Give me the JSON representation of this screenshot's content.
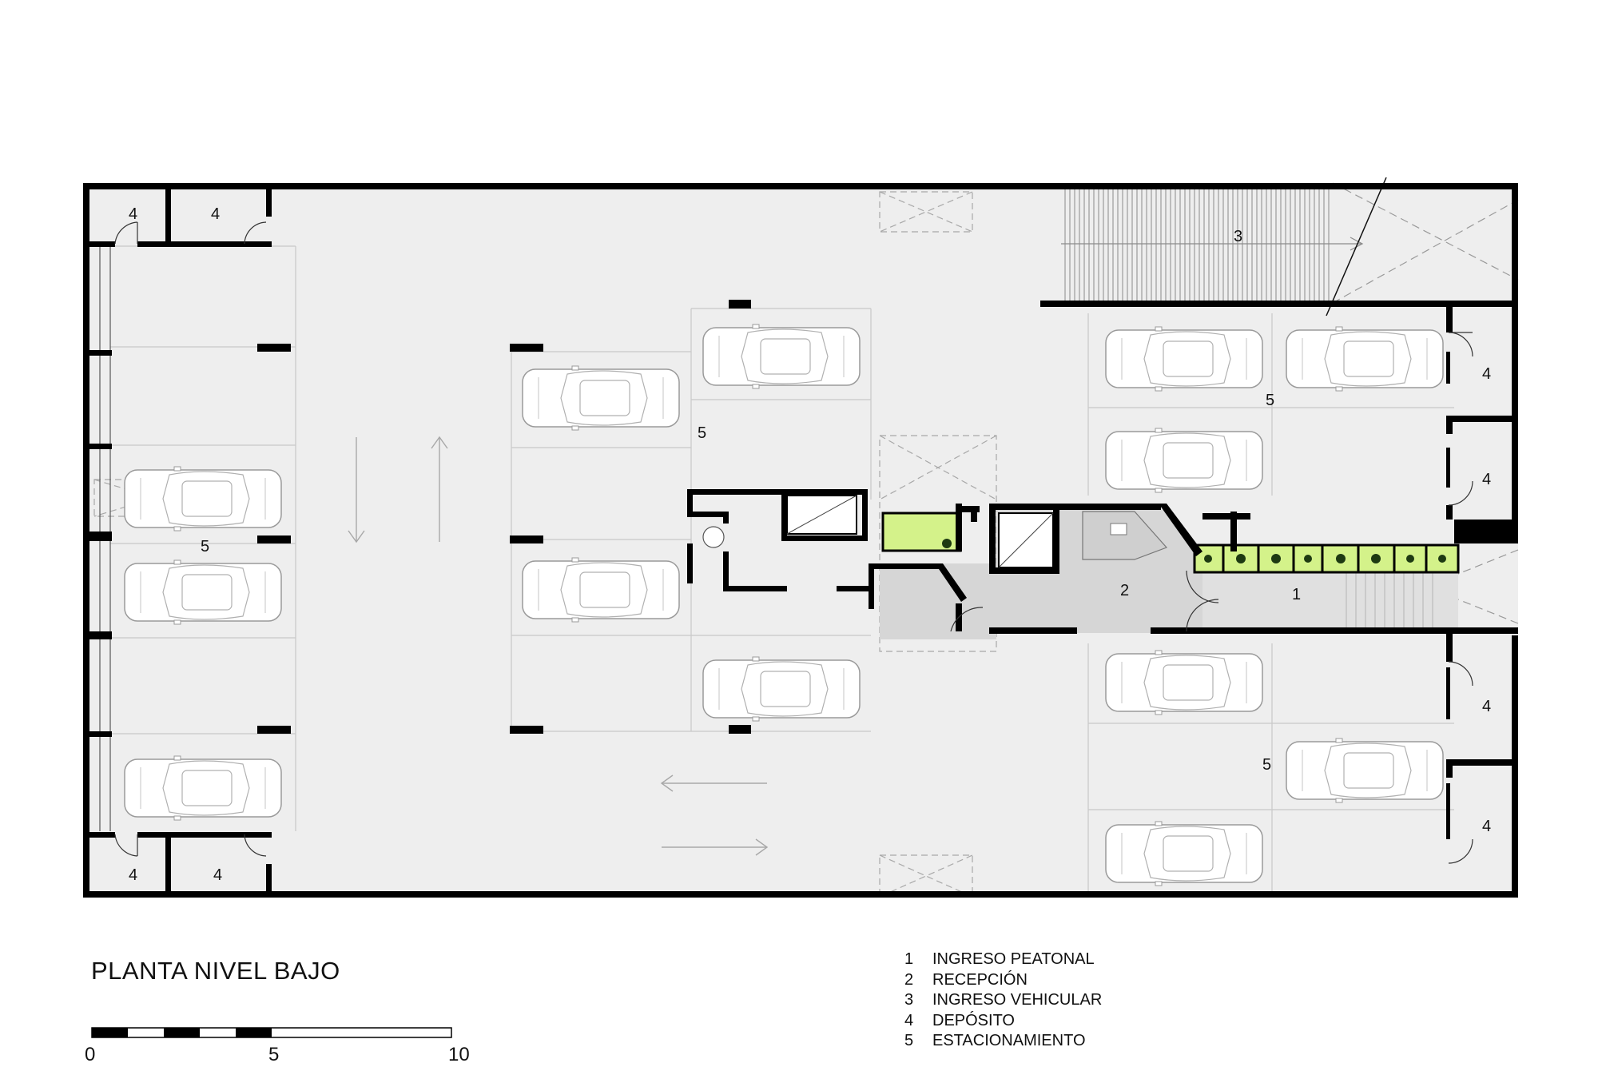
{
  "plan": {
    "title": "PLANTA NIVEL BAJO",
    "scale_bar": {
      "labels": [
        "0",
        "5",
        "10"
      ]
    },
    "legend": [
      {
        "num": "1",
        "label": "INGRESO PEATONAL"
      },
      {
        "num": "2",
        "label": "RECEPCIÓN"
      },
      {
        "num": "3",
        "label": "INGRESO VEHICULAR"
      },
      {
        "num": "4",
        "label": "DEPÓSITO"
      },
      {
        "num": "5",
        "label": "ESTACIONAMIENTO"
      }
    ],
    "room_labels": [
      "4",
      "4",
      "4",
      "4",
      "4",
      "4",
      "4",
      "4",
      "5",
      "5",
      "5",
      "5",
      "3",
      "2",
      "1"
    ],
    "colors": {
      "floor": "#eeeeee",
      "wall": "#000000",
      "reception": "#d6d6d6",
      "planter": "#d4f28a"
    }
  }
}
